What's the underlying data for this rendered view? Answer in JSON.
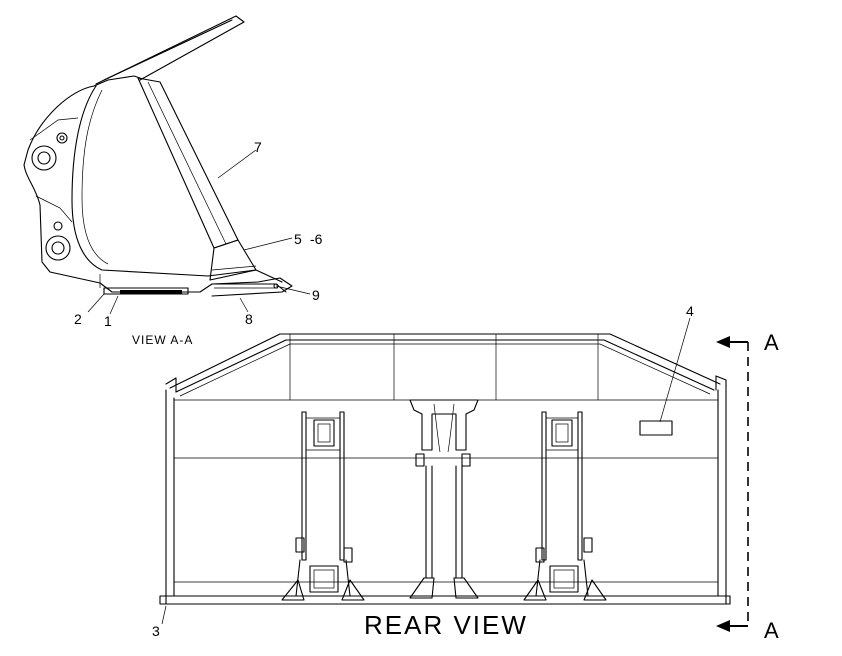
{
  "view_section_label": "VIEW A-A",
  "rear_view_label": "REAR VIEW",
  "section_marker_letter": "A",
  "callouts": {
    "c1": "1",
    "c2": "2",
    "c3": "3",
    "c4": "4",
    "c5": "5",
    "c6": "-6",
    "c7": "7",
    "c8": "8",
    "c9": "9"
  }
}
